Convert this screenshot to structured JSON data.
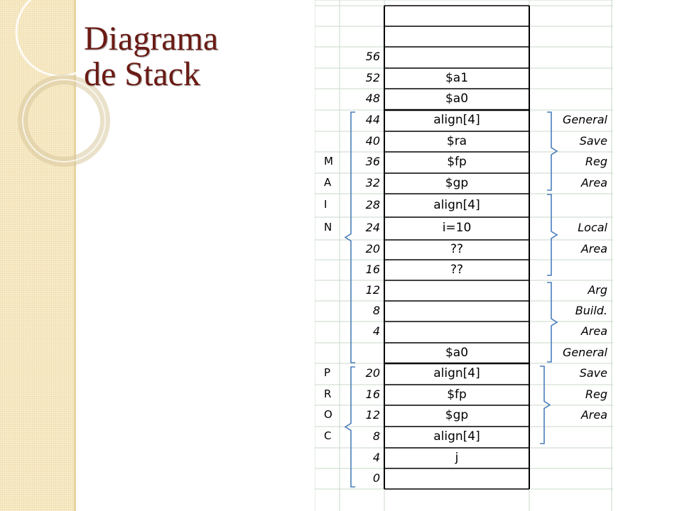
{
  "title": {
    "line1": "Diagrama",
    "line2": "de Stack"
  },
  "main_letters": [
    "M",
    "A",
    "I",
    "N"
  ],
  "proc_letters": [
    "P",
    "R",
    "O",
    "C"
  ],
  "offsets": [
    "",
    "",
    "56",
    "52",
    "48",
    "44",
    "40",
    "36",
    "32",
    "28",
    "24",
    "20",
    "16",
    "12",
    "8",
    "4",
    "",
    "20",
    "16",
    "12",
    "8",
    "4",
    "0"
  ],
  "cells": [
    "",
    "",
    "",
    "$a1",
    "$a0",
    "align[4]",
    "$ra",
    "$fp",
    "$gp",
    "align[4]",
    "i=10",
    "??",
    "??",
    "",
    "",
    "",
    "$a0",
    "align[4]",
    "$fp",
    "$gp",
    "align[4]",
    "j",
    ""
  ],
  "area_labels": [
    "General",
    "Save",
    "Reg",
    "Area",
    "Local",
    "Area",
    "Arg",
    "Build.",
    "Area",
    "General",
    "Save",
    "Reg",
    "Area"
  ],
  "colors": {
    "title": "#6b1b14",
    "bracket": "#4a7ebb",
    "grid": "#c8d8c8",
    "band": "#f6e7bf"
  }
}
